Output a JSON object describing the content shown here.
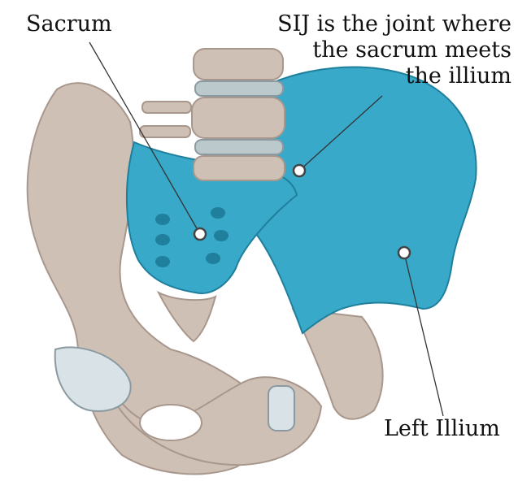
{
  "labels": {
    "sacrum": "Sacrum",
    "sij_line1": "SIJ is the joint where",
    "sij_line2": "the sacrum meets",
    "sij_line3": "the illium",
    "left_ilium": "Left Illium"
  },
  "colors": {
    "bone": "#cfc0b6",
    "bone_shadow": "#a8978c",
    "highlight": "#38a9c8",
    "highlight_dark": "#1f7f9c",
    "disc": "#bcc9cc",
    "leader": "#333333"
  }
}
